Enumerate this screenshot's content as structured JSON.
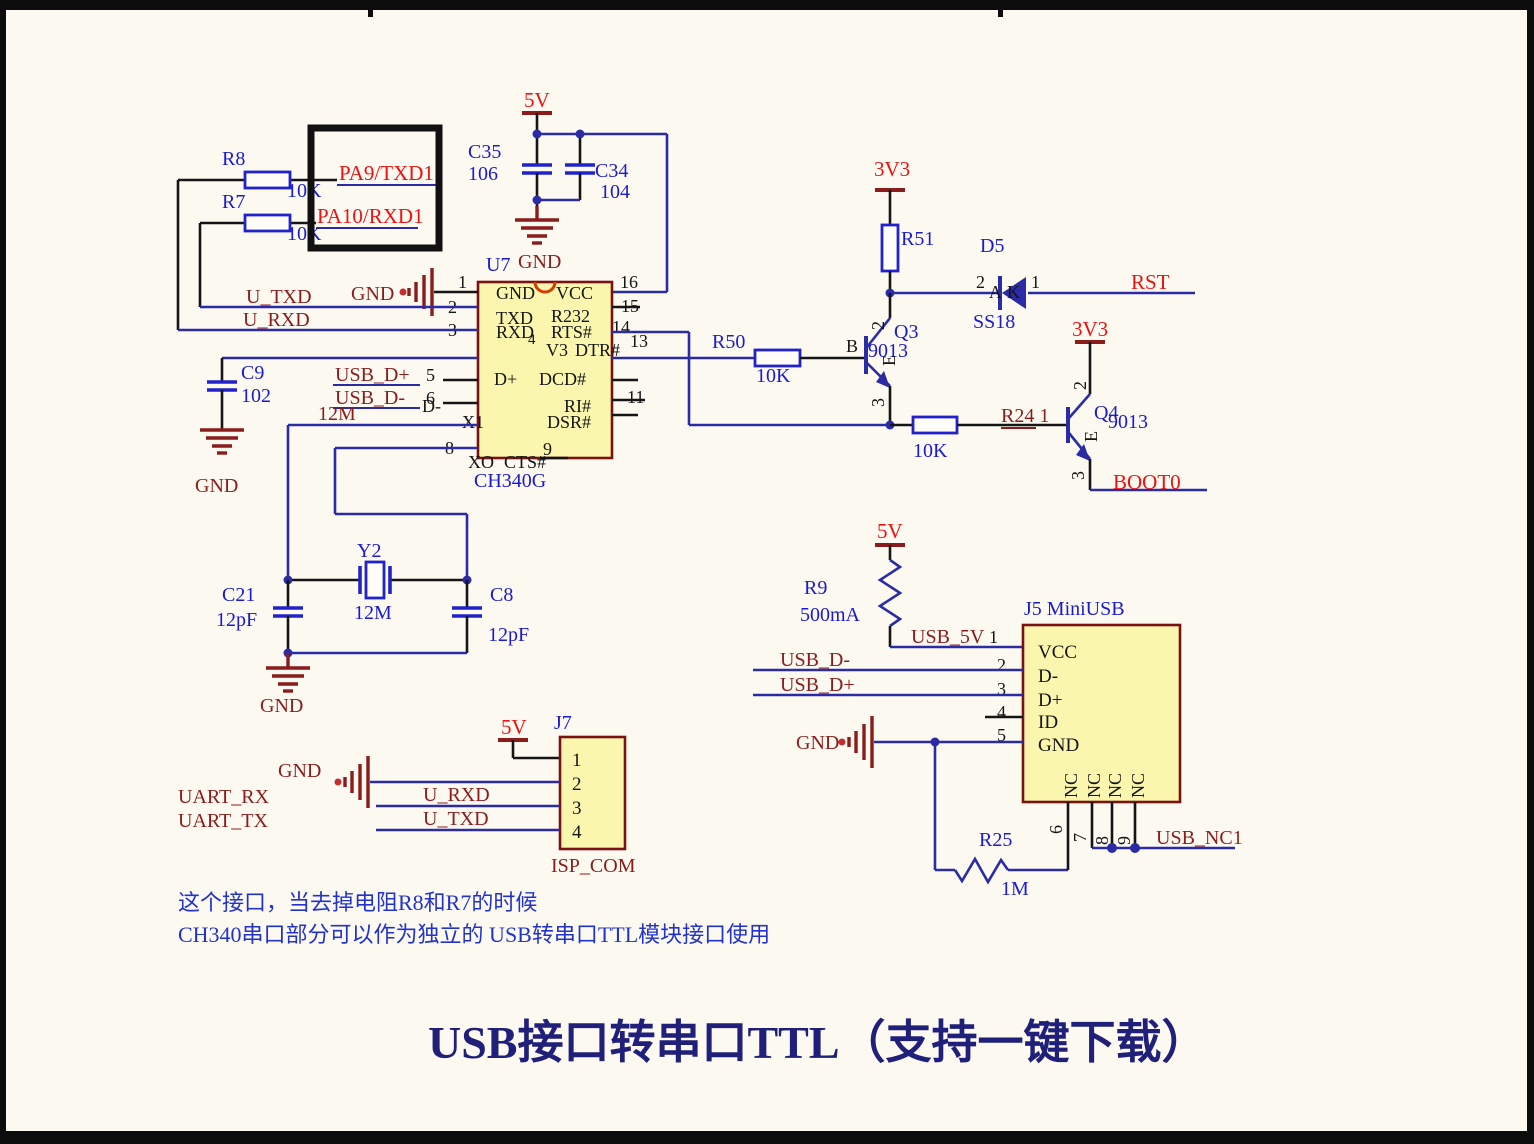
{
  "sheet": {
    "title": "USB接口转串口TTL（支持一键下载）",
    "note1": "这个接口，当去掉电阻R8和R7的时候",
    "note2": "CH340串口部分可以作为独立的 USB转串口TTL模块接口使用"
  },
  "colors": {
    "background": "#fcf9f1",
    "wire_blue": "#2b2ba6",
    "designator_blue": "#1a1ad0",
    "power_red": "#ee1111",
    "net_dark_red": "#8b1c1c",
    "part_body_yellow": "#fbf6ae",
    "part_border": "#7a1212"
  },
  "power": {
    "v5": "5V",
    "v3v3": "3V3",
    "rst": "RST",
    "boot0": "BOOT0",
    "pa9": "PA9/TXD1",
    "pa10": "PA10/RXD1"
  },
  "net": {
    "gnd": "GND",
    "u_txd": "U_TXD",
    "u_rxd": "U_RXD",
    "usb_dp": "USB_D+",
    "usb_dm": "USB_D-",
    "x1_12m": "12M",
    "usb_5v": "USB_5V",
    "usb_nc1": "USB_NC1",
    "uart_rx": "UART_RX",
    "uart_tx": "UART_TX",
    "r24_1": "R24 1",
    "isp_com": "ISP_COM"
  },
  "u7": {
    "ref": "U7",
    "part": "CH340G",
    "left": [
      "GND",
      "TXD",
      "RXD",
      "V3",
      "D+",
      "D-",
      "X1",
      "XO"
    ],
    "right": [
      "VCC",
      "R232",
      "RTS#",
      "DTR#",
      "DCD#",
      "RI#",
      "DSR#",
      "CTS#"
    ],
    "num": {
      "p1": "1",
      "p2": "2",
      "p3": "3",
      "p4": "4",
      "p5": "5",
      "p6": "6",
      "p8": "8",
      "p9": "9",
      "p11": "11",
      "p13": "13",
      "p14": "14",
      "p15": "15",
      "p16": "16"
    }
  },
  "comp": {
    "r8": {
      "ref": "R8",
      "value": "10K"
    },
    "r7": {
      "ref": "R7",
      "value": "10K"
    },
    "r50": {
      "ref": "R50",
      "value": "10K"
    },
    "r51": {
      "ref": "R51"
    },
    "r24": {
      "value": "10K"
    },
    "r9": {
      "ref": "R9",
      "value": "500mA"
    },
    "r25": {
      "ref": "R25",
      "value": "1M"
    },
    "c35": {
      "ref": "C35",
      "value": "106"
    },
    "c34": {
      "ref": "C34",
      "value": "104"
    },
    "c9": {
      "ref": "C9",
      "value": "102"
    },
    "c21": {
      "ref": "C21",
      "value": "12pF"
    },
    "c8": {
      "ref": "C8",
      "value": "12pF"
    },
    "y2": {
      "ref": "Y2",
      "value": "12M"
    },
    "d5": {
      "ref": "D5",
      "part": "SS18"
    },
    "q3": {
      "ref": "Q3",
      "part": "9013"
    },
    "q4": {
      "ref": "Q4",
      "part": "9013"
    },
    "j7": {
      "ref": "J7"
    },
    "j5": {
      "ref": "J5 MiniUSB"
    }
  },
  "q": {
    "b": "B",
    "e": "E",
    "n2": "2",
    "n3": "3"
  },
  "d5": {
    "n2": "2",
    "a": "A",
    "k": "K",
    "n1": "1"
  },
  "j5": {
    "names": {
      "vcc": "VCC",
      "dm": "D-",
      "dp": "D+",
      "id": "ID",
      "gnd": "GND",
      "nc": "NC"
    },
    "num": {
      "n1": "1",
      "n2": "2",
      "n3": "3",
      "n4": "4",
      "n5": "5",
      "n6": "6",
      "n7": "7",
      "n8": "8",
      "n9": "9"
    }
  },
  "j7": {
    "num": {
      "n1": "1",
      "n2": "2",
      "n3": "3",
      "n4": "4"
    }
  }
}
